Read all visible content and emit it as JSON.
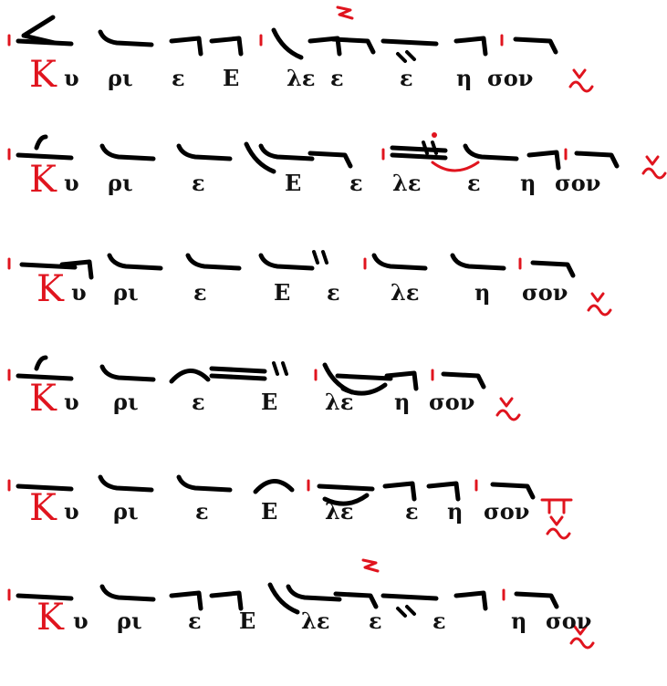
{
  "colors": {
    "ink": "#111111",
    "rubric": "#e0141e",
    "background": "#ffffff"
  },
  "lines": [
    {
      "syllables": [
        "Κ",
        "υ",
        "ρι",
        "ε",
        "Ε",
        "λε",
        "ε",
        "ε",
        "η",
        "σον"
      ]
    },
    {
      "syllables": [
        "Κ",
        "υ",
        "ρι",
        "ε",
        "Ε",
        "ε",
        "λε",
        "ε",
        "η",
        "σον"
      ]
    },
    {
      "syllables": [
        "Κ",
        "υ",
        "ρι",
        "ε",
        "Ε",
        "ε",
        "λε",
        "η",
        "σον"
      ]
    },
    {
      "syllables": [
        "Κ",
        "υ",
        "ρι",
        "ε",
        "Ε",
        "λε",
        "η",
        "σον"
      ]
    },
    {
      "syllables": [
        "Κ",
        "υ",
        "ρι",
        "ε",
        "Ε",
        "λε",
        "ε",
        "η",
        "σον"
      ]
    },
    {
      "syllables": [
        "Κ",
        "υ",
        "ρι",
        "ε",
        "Ε",
        "λε",
        "ε",
        "ε",
        "η",
        "σον"
      ]
    }
  ]
}
